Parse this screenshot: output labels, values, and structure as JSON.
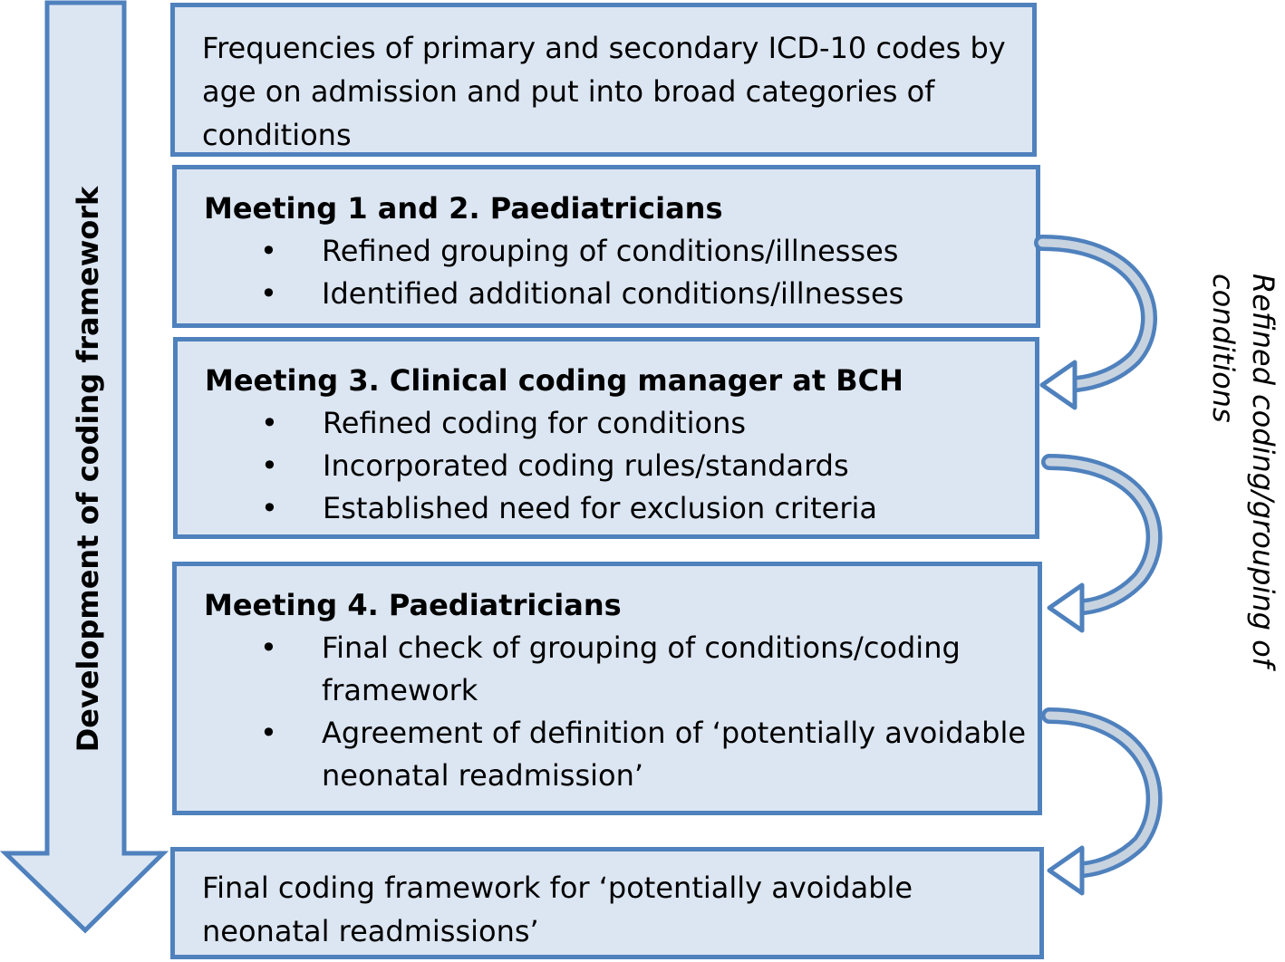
{
  "diagram": {
    "side_label": "Development of coding framework",
    "loop_label": "Refined coding/grouping of conditions",
    "boxes": [
      {
        "text": "Frequencies of primary and secondary ICD-10 codes by age on admission and put into broad categories of conditions"
      },
      {
        "title": "Meeting 1 and 2. Paediatricians",
        "items": [
          "Refined grouping of conditions/illnesses",
          "Identified additional conditions/illnesses"
        ]
      },
      {
        "title": "Meeting 3. Clinical coding manager at BCH",
        "items": [
          "Refined coding for conditions",
          "Incorporated coding rules/standards",
          "Established need for exclusion criteria"
        ]
      },
      {
        "title": "Meeting 4. Paediatricians",
        "items": [
          "Final check of grouping of conditions/coding framework",
          "Agreement of definition of ‘potentially avoidable neonatal readmission’"
        ]
      },
      {
        "text": "Final coding framework for ‘potentially avoidable neonatal readmissions’"
      }
    ],
    "bullet_symbol": "•",
    "colors": {
      "box_fill": "#dce6f2",
      "box_border": "#4f81bd",
      "arrow_shaft": "#c8d3e0"
    }
  }
}
